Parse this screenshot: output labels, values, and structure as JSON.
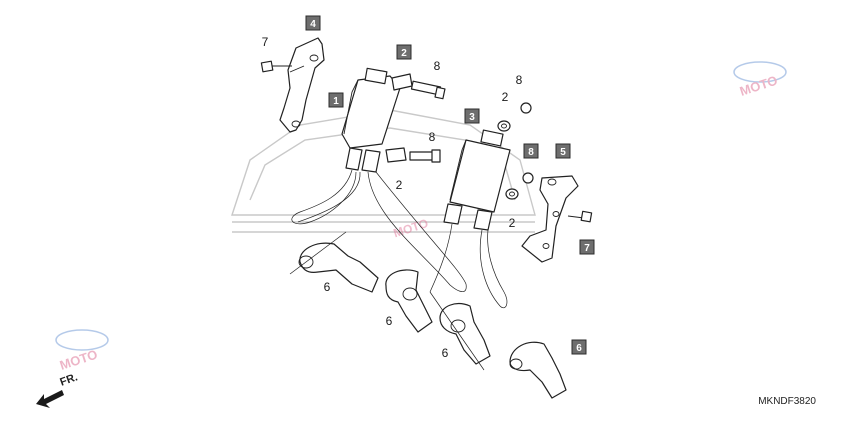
{
  "diagram_code": "MKNDF3820",
  "front_indicator": "FR.",
  "callouts": [
    {
      "id": "4",
      "boxed": true
    },
    {
      "id": "2",
      "boxed": true
    },
    {
      "id": "1",
      "boxed": true
    },
    {
      "id": "3",
      "boxed": true
    },
    {
      "id": "8",
      "boxed": true
    },
    {
      "id": "5",
      "boxed": true
    },
    {
      "id": "7",
      "boxed": true
    },
    {
      "id": "6",
      "boxed": true
    }
  ],
  "labels": [
    "7",
    "8",
    "8",
    "8",
    "2",
    "2",
    "2",
    "6",
    "6",
    "6"
  ],
  "watermark": "MOTO"
}
